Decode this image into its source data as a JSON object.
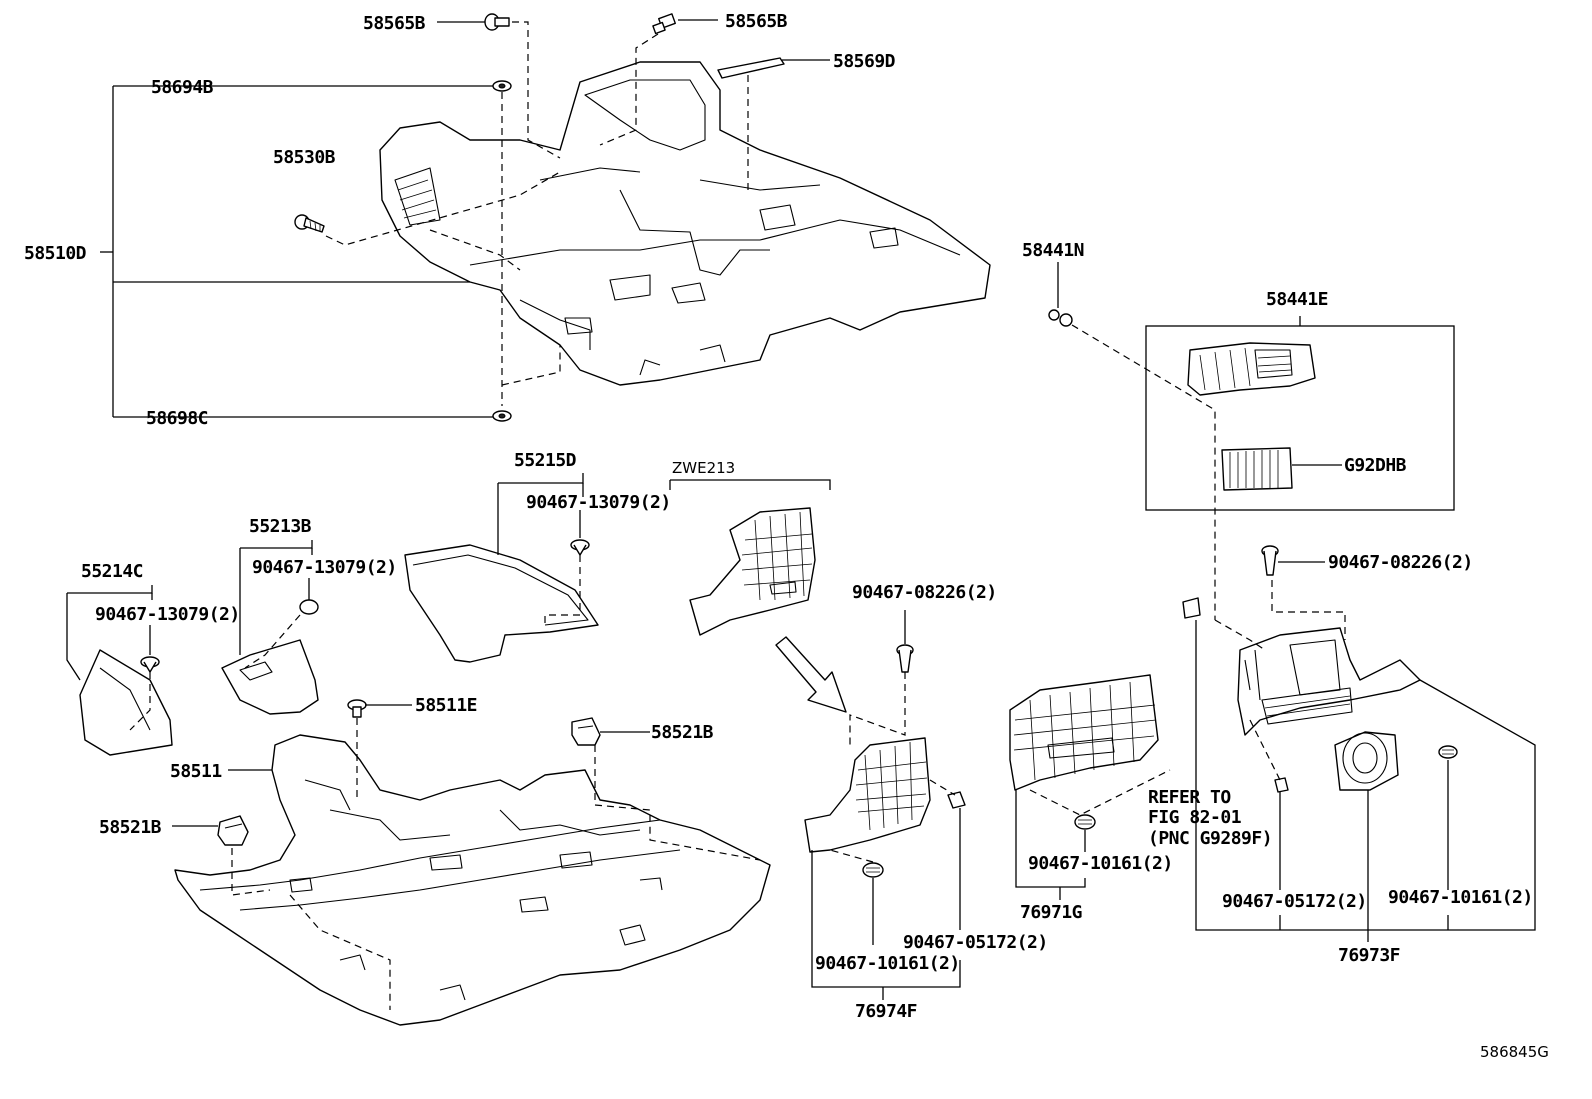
{
  "labels": {
    "p58565B_top": "58565B",
    "p58565B_right": "58565B",
    "p58569D": "58569D",
    "p58694B": "58694B",
    "p58530B": "58530B",
    "p58510D": "58510D",
    "p58698C": "58698C",
    "p58441N": "58441N",
    "p58441E": "58441E",
    "pG92DHB": "G92DHB",
    "p55215D": "55215D",
    "p90467_13079_a": "90467-13079(2)",
    "pZWE213": "ZWE213",
    "p55213B": "55213B",
    "p90467_13079_b": "90467-13079(2)",
    "p55214C": "55214C",
    "p90467_13079_c": "90467-13079(2)",
    "p90467_08226_a": "90467-08226(2)",
    "p90467_08226_b": "90467-08226(2)",
    "p58511E": "58511E",
    "p58521B_a": "58521B",
    "p58511": "58511",
    "p58521B_b": "58521B",
    "refer1": "REFER TO",
    "refer2": "FIG 82-01",
    "refer3": "(PNC G9289F)",
    "p90467_10161_a": "90467-10161(2)",
    "p76971G": "76971G",
    "p90467_05172_a": "90467-05172(2)",
    "p90467_10161_b": "90467-10161(2)",
    "p76973F": "76973F",
    "p90467_05172_b": "90467-05172(2)",
    "p90467_10161_c": "90467-10161(2)",
    "p76974F": "76974F",
    "diagram_id": "586845G"
  }
}
